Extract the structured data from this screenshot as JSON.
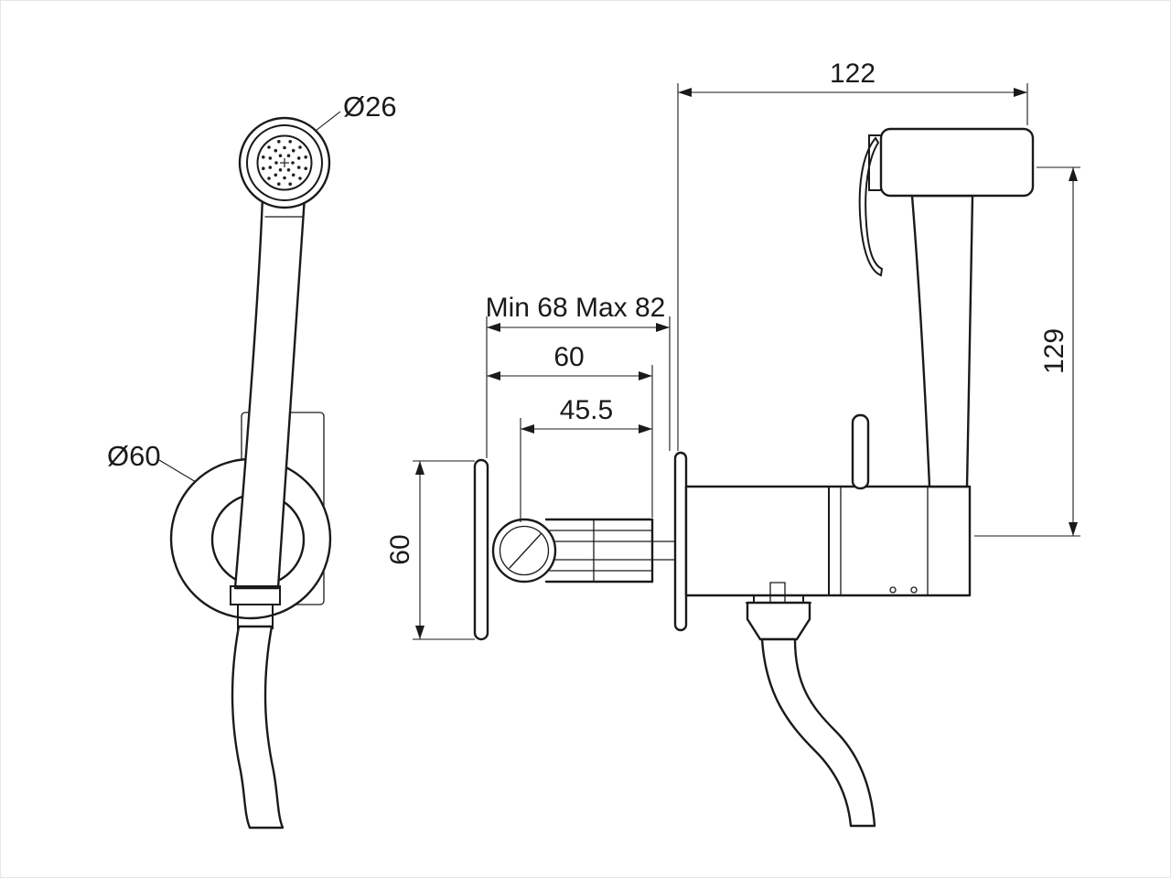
{
  "drawing": {
    "ink_color": "#1a1a1a",
    "background_color": "#ffffff",
    "dimensions": {
      "head_diameter": "Ø26",
      "holder_diameter": "Ø60",
      "recess_depth_range": "Min 68 Max 82",
      "valve_body_width": "60",
      "valve_inner_width": "45.5",
      "plate_height": "60",
      "overall_width": "122",
      "overall_height": "129"
    }
  }
}
